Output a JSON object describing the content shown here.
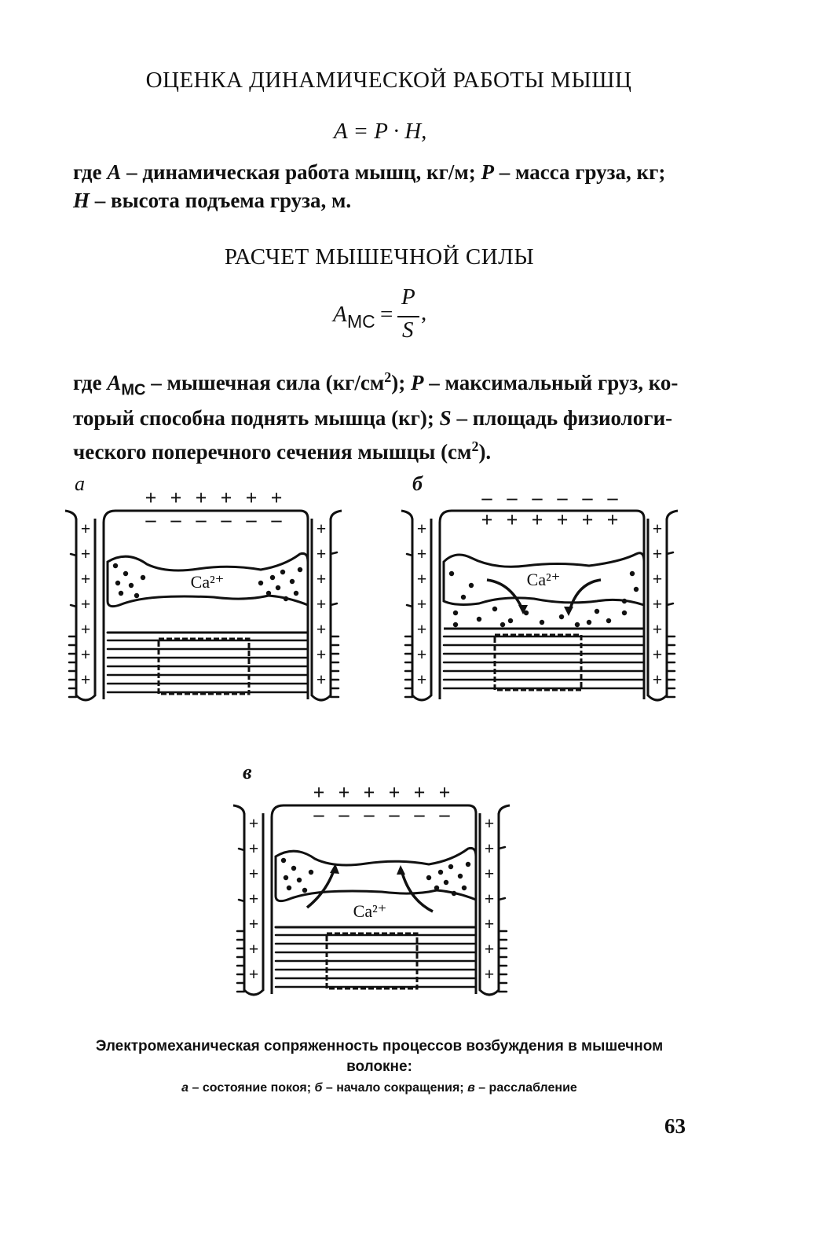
{
  "section1": {
    "heading": "ОЦЕНКА ДИНАМИЧЕСКОЙ РАБОТЫ МЫШЦ",
    "formula": "A = P · H,",
    "text": [
      {
        "t": "где ",
        "i": false
      },
      {
        "t": "A",
        "i": true
      },
      {
        "t": " – динамическая работа мышц, кг/м; ",
        "i": false
      },
      {
        "t": "P",
        "i": true
      },
      {
        "t": " – масса груза, кг;",
        "i": false
      },
      {
        "br": true
      },
      {
        "t": "H",
        "i": true
      },
      {
        "t": " – высота подъема груза, м.",
        "i": false
      }
    ]
  },
  "section2": {
    "heading": "РАСЧЕТ МЫШЕЧНОЙ СИЛЫ",
    "formula_lhs": "A",
    "formula_sub": "МС",
    "formula_eq": "=",
    "formula_num": "P",
    "formula_den": "S",
    "formula_comma": ",",
    "text": [
      {
        "t": "где ",
        "i": false
      },
      {
        "t": "A",
        "i": true
      },
      {
        "sub": "МС"
      },
      {
        "t": " – мышечная сила (кг/см",
        "i": false
      },
      {
        "sup": "2"
      },
      {
        "t": "); ",
        "i": false
      },
      {
        "t": "P",
        "i": true
      },
      {
        "t": " – максимальный груз, ко-",
        "i": false
      },
      {
        "br": true
      },
      {
        "t": "торый способна поднять мышца (кг); ",
        "i": false
      },
      {
        "t": "S",
        "i": true
      },
      {
        "t": " – площадь физиологи-",
        "i": false
      },
      {
        "br": true
      },
      {
        "t": "ческого поперечного сечения мышцы (см",
        "i": false
      },
      {
        "sup": "2"
      },
      {
        "t": ").",
        "i": false
      }
    ]
  },
  "figure": {
    "panels": [
      {
        "letter": "а",
        "ion": "Ca²⁺",
        "arrows": "none"
      },
      {
        "letter": "б",
        "ion": "Ca²⁺",
        "arrows": "down"
      },
      {
        "letter": "в",
        "ion": "Ca²⁺",
        "arrows": "up"
      }
    ],
    "caption_line1": "Электромеханическая сопряженность процессов возбуждения в мышечном",
    "caption_line2": "волокне:",
    "caption_line3": "а – состояние покоя; б – начало сокращения; в – расслабление"
  },
  "page_number": "63"
}
